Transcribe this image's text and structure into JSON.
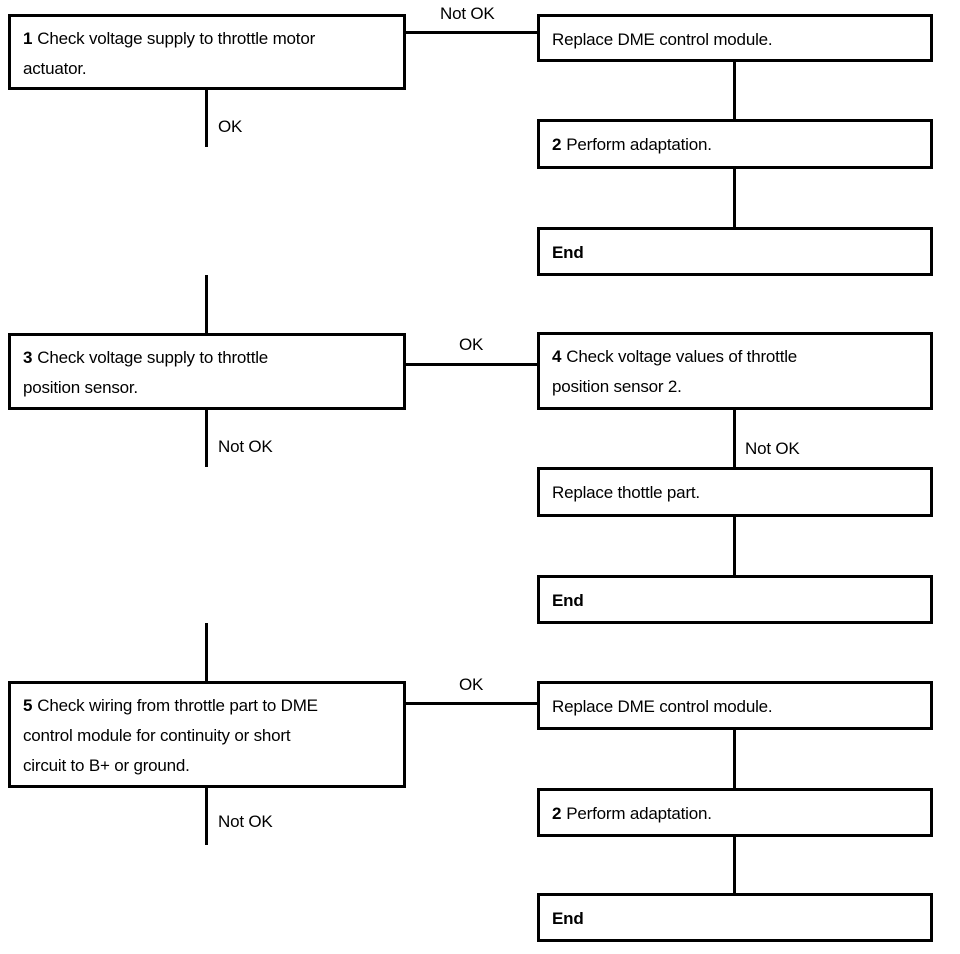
{
  "diagram": {
    "background": "#ffffff",
    "ink": "#000000",
    "nodes": {
      "step1": {
        "num": "1",
        "text": "Check voltage supply to throttle motor\nactuator."
      },
      "replace_dme_a": {
        "text": "Replace DME control module."
      },
      "adapt_a": {
        "num": "2",
        "text": "Perform adaptation."
      },
      "end_a": {
        "text": "End"
      },
      "step3": {
        "num": "3",
        "text": "Check voltage supply to throttle\nposition sensor."
      },
      "step4": {
        "num": "4",
        "text": "Check voltage values of throttle\nposition sensor 2."
      },
      "replace_throttle": {
        "text": "Replace thottle part."
      },
      "end_b": {
        "text": "End"
      },
      "step5": {
        "num": "5",
        "text": "Check wiring from throttle part to DME\ncontrol module for continuity or short\ncircuit to B+ or ground."
      },
      "replace_dme_b": {
        "text": "Replace DME control module."
      },
      "adapt_b": {
        "num": "2",
        "text": "Perform adaptation."
      },
      "end_c": {
        "text": "End"
      }
    },
    "edges": {
      "step1_not_ok": "Not OK",
      "step1_ok": "OK",
      "step3_ok": "OK",
      "step3_not_ok": "Not OK",
      "step4_not_ok": "Not OK",
      "step5_ok": "OK",
      "step5_not_ok": "Not OK"
    }
  }
}
